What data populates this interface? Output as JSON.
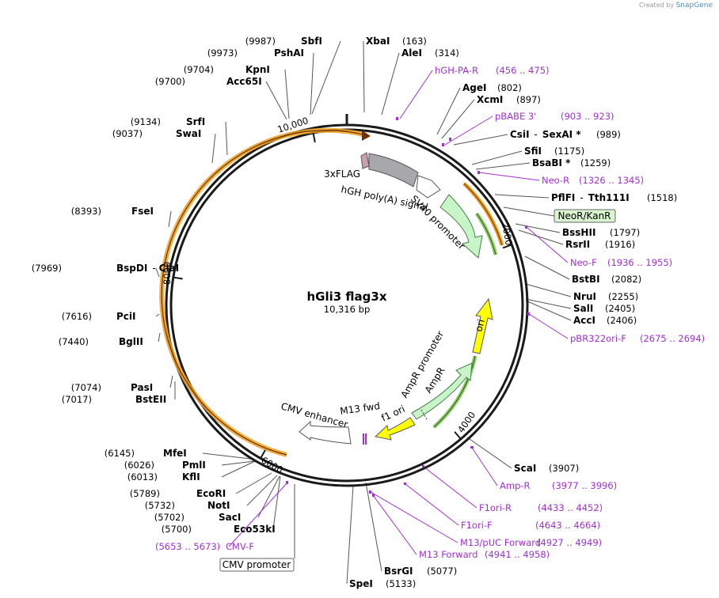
{
  "credit": {
    "prefix": "Created by",
    "brand": "SnapGene"
  },
  "plasmid": {
    "name": "hGli3 flag3x",
    "length_label": "10,316 bp",
    "length": 10316
  },
  "ruler_ticks": [
    {
      "label": "2000",
      "bp": 2000
    },
    {
      "label": "4000",
      "bp": 4000
    },
    {
      "label": "6000",
      "bp": 6000
    },
    {
      "label": "8000",
      "bp": 8000
    },
    {
      "label": "10,000",
      "bp": 10000
    }
  ],
  "enzymes_right": [
    {
      "name": "XbaI",
      "pos": "(163)"
    },
    {
      "name": "AleI",
      "pos": "(314)"
    },
    {
      "name": "AgeI",
      "pos": "(802)"
    },
    {
      "name": "XcmI",
      "pos": "(897)"
    },
    {
      "name": "CsiI",
      "sep": "-",
      "name2": "SexAI *",
      "pos": "(989)"
    },
    {
      "name": "SfiI",
      "pos": "(1175)"
    },
    {
      "name": "BsaBI *",
      "pos": "(1259)"
    },
    {
      "name": "PflFI",
      "sep": "-",
      "name2": "Tth111I",
      "pos": "(1518)"
    },
    {
      "name": "BssHII",
      "pos": "(1797)"
    },
    {
      "name": "RsrII",
      "pos": "(1916)"
    },
    {
      "name": "BstBI",
      "pos": "(2082)"
    },
    {
      "name": "NruI",
      "pos": "(2255)"
    },
    {
      "name": "SalI",
      "pos": "(2405)"
    },
    {
      "name": "AccI",
      "pos": "(2406)"
    },
    {
      "name": "ScaI",
      "pos": "(3907)"
    },
    {
      "name": "BsrGI",
      "pos": "(5077)"
    },
    {
      "name": "SpeI",
      "pos": "(5133)"
    }
  ],
  "enzymes_left": [
    {
      "name": "SbfI",
      "pos": "(9987)"
    },
    {
      "name": "PshAI",
      "pos": "(9973)"
    },
    {
      "name": "KpnI",
      "pos": "(9704)"
    },
    {
      "name": "Acc65I",
      "pos": "(9700)"
    },
    {
      "name": "SrfI",
      "pos": "(9134)"
    },
    {
      "name": "SwaI",
      "pos": "(9037)"
    },
    {
      "name": "FseI",
      "pos": "(8393)"
    },
    {
      "name": "BspDI",
      "sep": "-",
      "name2": "ClaI",
      "pos": "(7969)"
    },
    {
      "name": "PciI",
      "pos": "(7616)"
    },
    {
      "name": "BglII",
      "pos": "(7440)"
    },
    {
      "name": "PasI",
      "pos": "(7074)"
    },
    {
      "name": "BstEII",
      "pos": "(7017)"
    },
    {
      "name": "MfeI",
      "pos": "(6145)"
    },
    {
      "name": "PmlI",
      "pos": "(6026)"
    },
    {
      "name": "KflI",
      "pos": "(6013)"
    },
    {
      "name": "EcoRI",
      "pos": "(5789)"
    },
    {
      "name": "NotI",
      "pos": "(5732)"
    },
    {
      "name": "SacI",
      "pos": "(5702)"
    },
    {
      "name": "Eco53kI",
      "pos": "(5700)"
    }
  ],
  "primers": [
    {
      "name": "hGH-PA-R",
      "range": "(456 .. 475)"
    },
    {
      "name": "pBABE 3'",
      "range": "(903 .. 923)"
    },
    {
      "name": "Neo-R",
      "range": "(1326 .. 1345)"
    },
    {
      "name": "Neo-F",
      "range": "(1936 .. 1955)"
    },
    {
      "name": "pBR322ori-F",
      "range": "(2675 .. 2694)"
    },
    {
      "name": "Amp-R",
      "range": "(3977 .. 3996)"
    },
    {
      "name": "F1ori-R",
      "range": "(4433 .. 4452)"
    },
    {
      "name": "F1ori-F",
      "range": "(4643 .. 4664)"
    },
    {
      "name": "M13/pUC Forward",
      "range": "(4927 .. 4949)"
    },
    {
      "name": "M13 Forward",
      "range": "(4941 .. 4958)"
    },
    {
      "name": "CMV-F",
      "range": "(5653 .. 5673)"
    }
  ],
  "boxed_labels": {
    "neor": "NeoR/KanR",
    "cmv_promoter": "CMV promoter"
  },
  "features": {
    "flag": "3xFLAG",
    "hgh": "hGH poly(A) signal",
    "sv40": "SV40 promoter",
    "ori": "ori",
    "ampr_promoter": "AmpR promoter",
    "ampr": "AmpR",
    "f1ori": "f1 ori",
    "m13fwd": "M13 fwd",
    "cmv_enhancer": "CMV enhancer"
  },
  "colors": {
    "backbone": "#1a1a1a",
    "orf": "#f0a020",
    "primer": "#a030d0",
    "promoter": "#c8f5c8",
    "ori": "#ffff00",
    "flag": "#c8a0b0",
    "polyA": "#b0b0b0",
    "neor_box": "#d8f5d0"
  }
}
